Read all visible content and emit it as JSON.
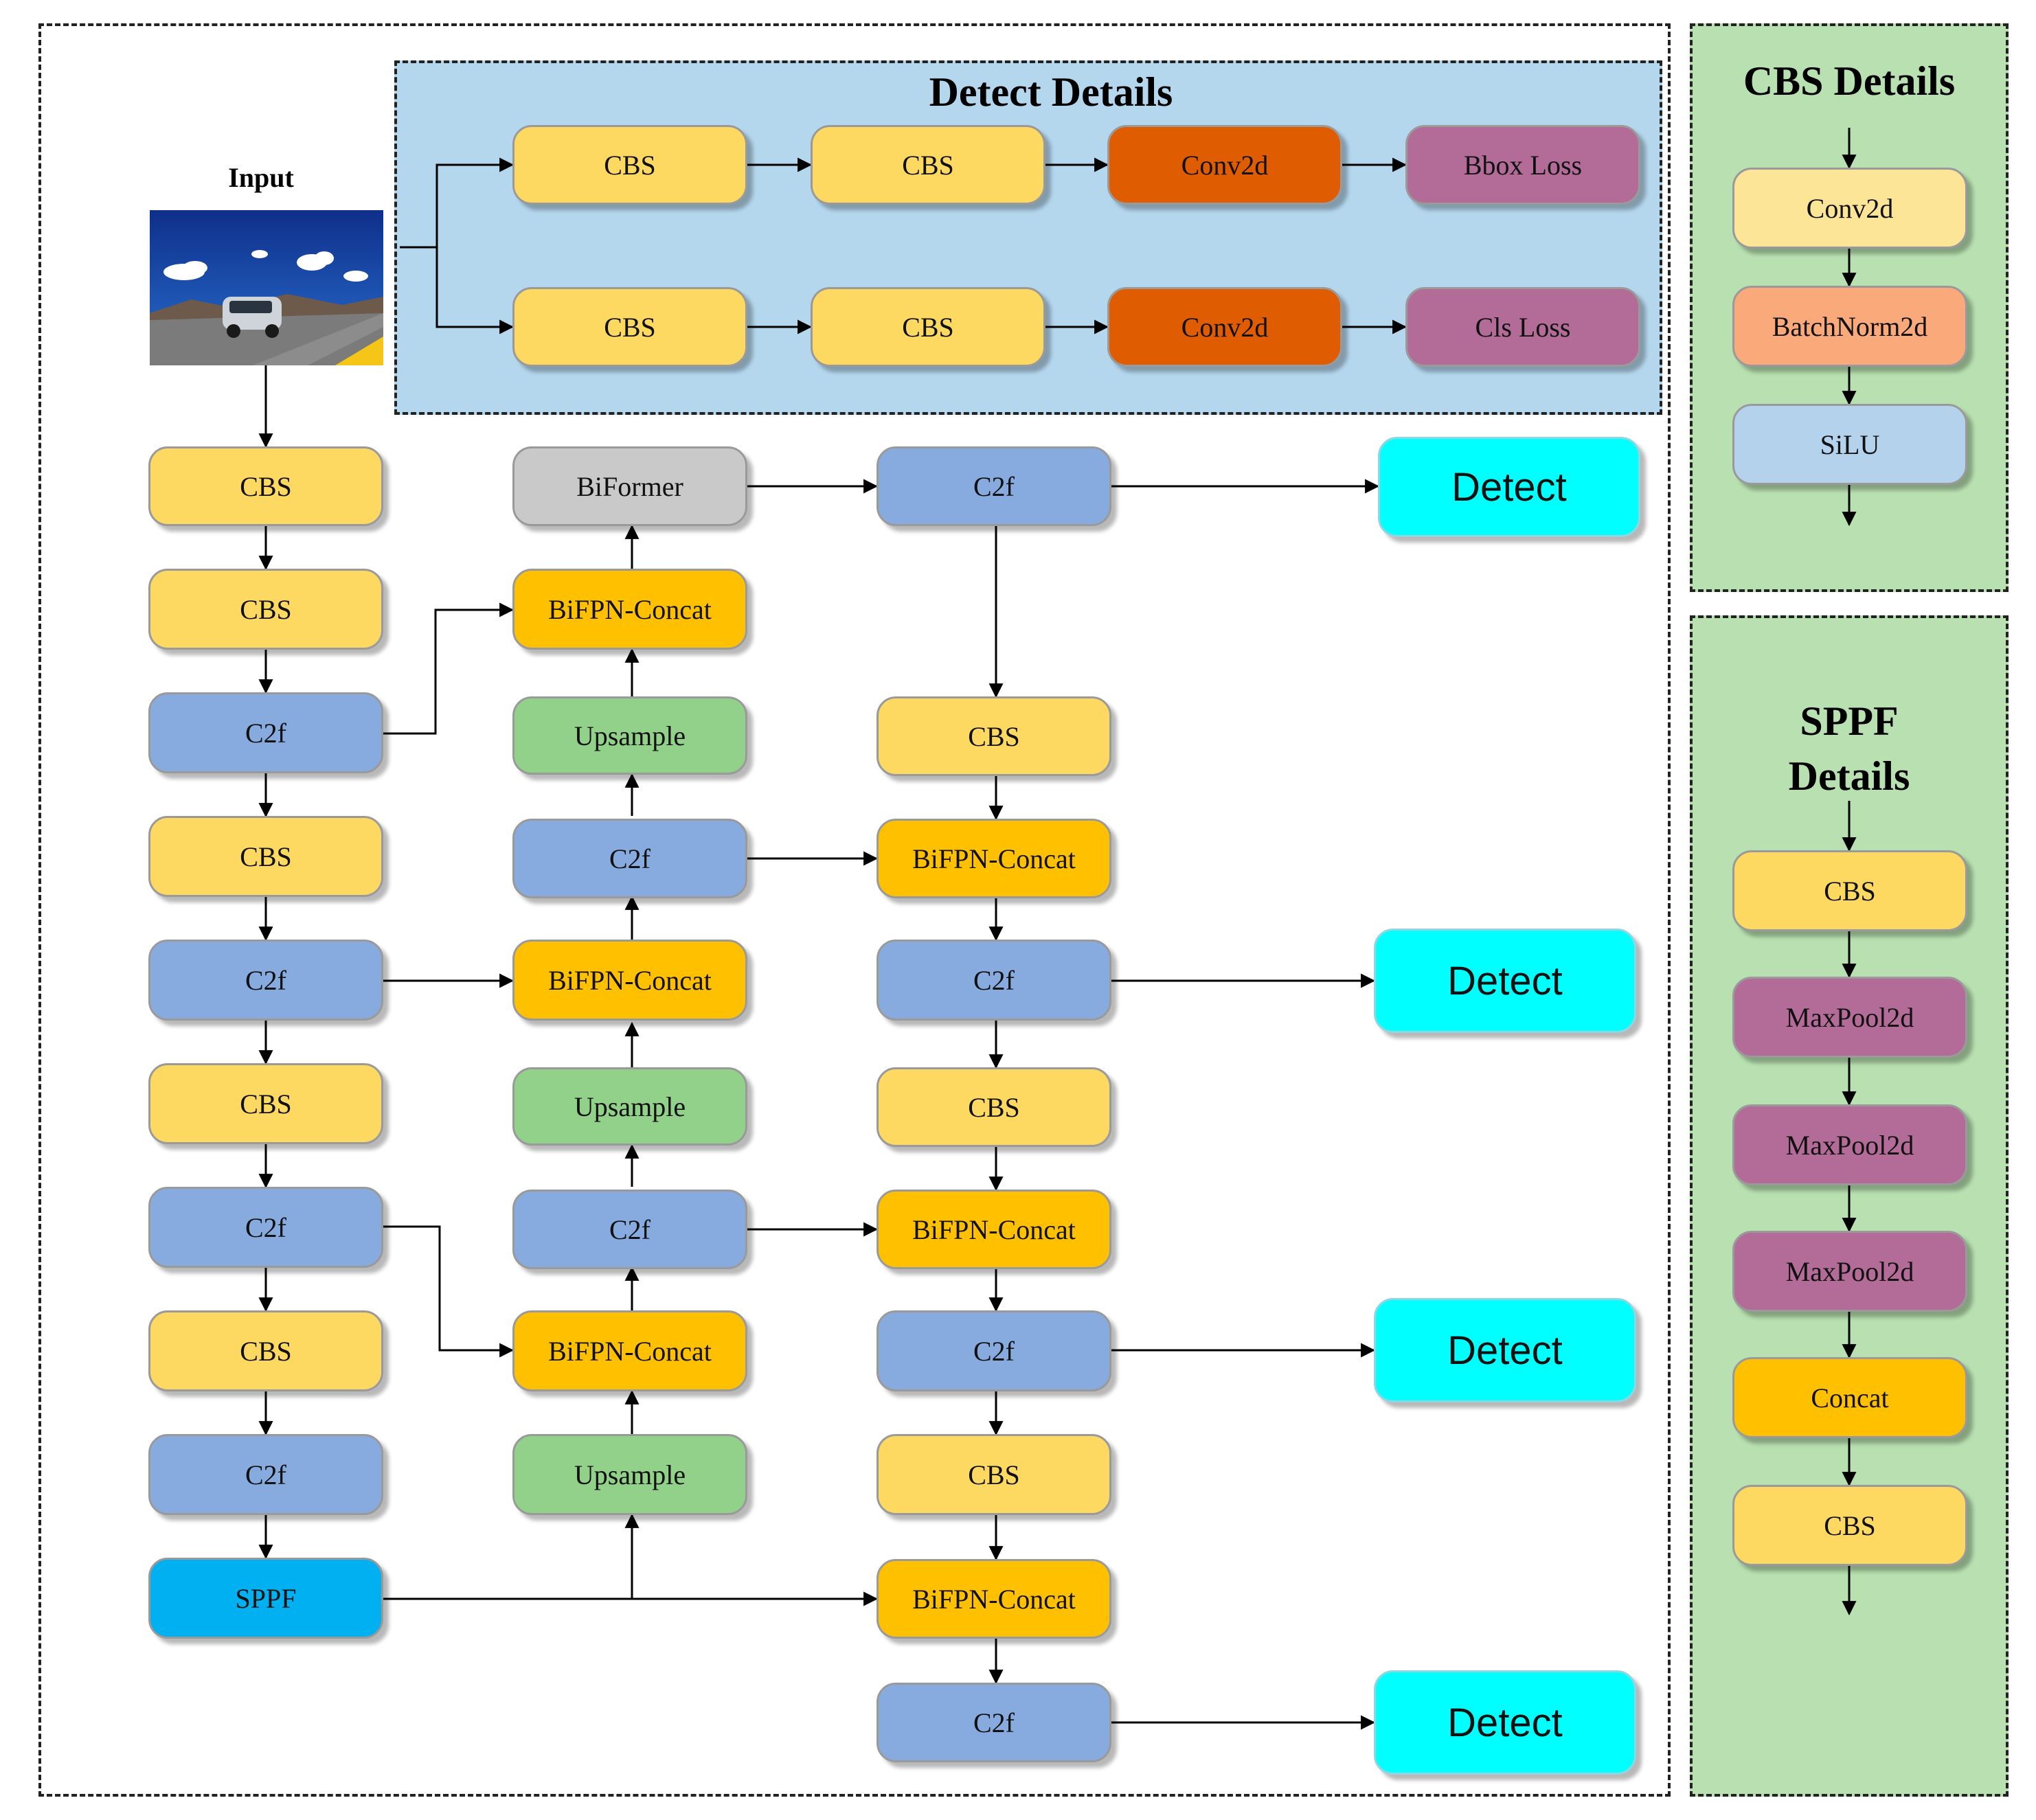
{
  "colors": {
    "cbs": "#fdd962",
    "c2f": "#87abdf",
    "bifpn": "#ffc000",
    "upsample": "#92d18a",
    "biformer": "#c9c9c9",
    "sppf": "#00b0f0",
    "conv2d": "#e05c00",
    "loss": "#b26c97",
    "detect": "#00ffff",
    "conv2d_light": "#fde597",
    "batchnorm": "#f9a97a",
    "silu": "#b4d2ec",
    "maxpool": "#b26c97",
    "concat": "#ffc000",
    "detect_panel_bg": "#b4d7ee",
    "side_panel_bg": "#b8e0b0"
  },
  "input": {
    "label": "Input"
  },
  "detect_details": {
    "title": "Detect Details",
    "row1": [
      "CBS",
      "CBS",
      "Conv2d",
      "Bbox Loss"
    ],
    "row2": [
      "CBS",
      "CBS",
      "Conv2d",
      "Cls Loss"
    ]
  },
  "backbone": [
    "CBS",
    "CBS",
    "C2f",
    "CBS",
    "C2f",
    "CBS",
    "C2f",
    "CBS",
    "C2f",
    "SPPF"
  ],
  "neck": [
    "BiFormer",
    "BiFPN-Concat",
    "Upsample",
    "C2f",
    "BiFPN-Concat",
    "Upsample",
    "C2f",
    "BiFPN-Concat",
    "Upsample"
  ],
  "head": [
    "C2f",
    "CBS",
    "BiFPN-Concat",
    "C2f",
    "CBS",
    "BiFPN-Concat",
    "C2f",
    "CBS",
    "BiFPN-Concat",
    "C2f"
  ],
  "detect_outputs": [
    "Detect",
    "Detect",
    "Detect",
    "Detect"
  ],
  "cbs_details": {
    "title": "CBS Details",
    "items": [
      "Conv2d",
      "BatchNorm2d",
      "SiLU"
    ]
  },
  "sppf_details": {
    "title_line1": "SPPF",
    "title_line2": "Details",
    "items": [
      "CBS",
      "MaxPool2d",
      "MaxPool2d",
      "MaxPool2d",
      "Concat",
      "CBS"
    ]
  }
}
